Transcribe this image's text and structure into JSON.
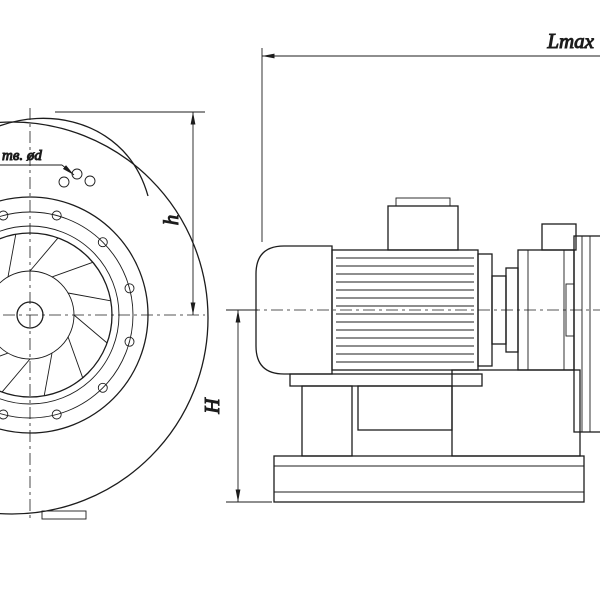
{
  "page": {
    "background_color": "#ffffff",
    "line_color": "#1c1c1c"
  },
  "drawing": {
    "kind": "technical dimensional drawing of a centrifugal fan with electric motor, two views",
    "labels": {
      "length_max": "Lmax",
      "axis_height": "h",
      "overall_height": "H",
      "holes_note": "тв. ød"
    }
  }
}
